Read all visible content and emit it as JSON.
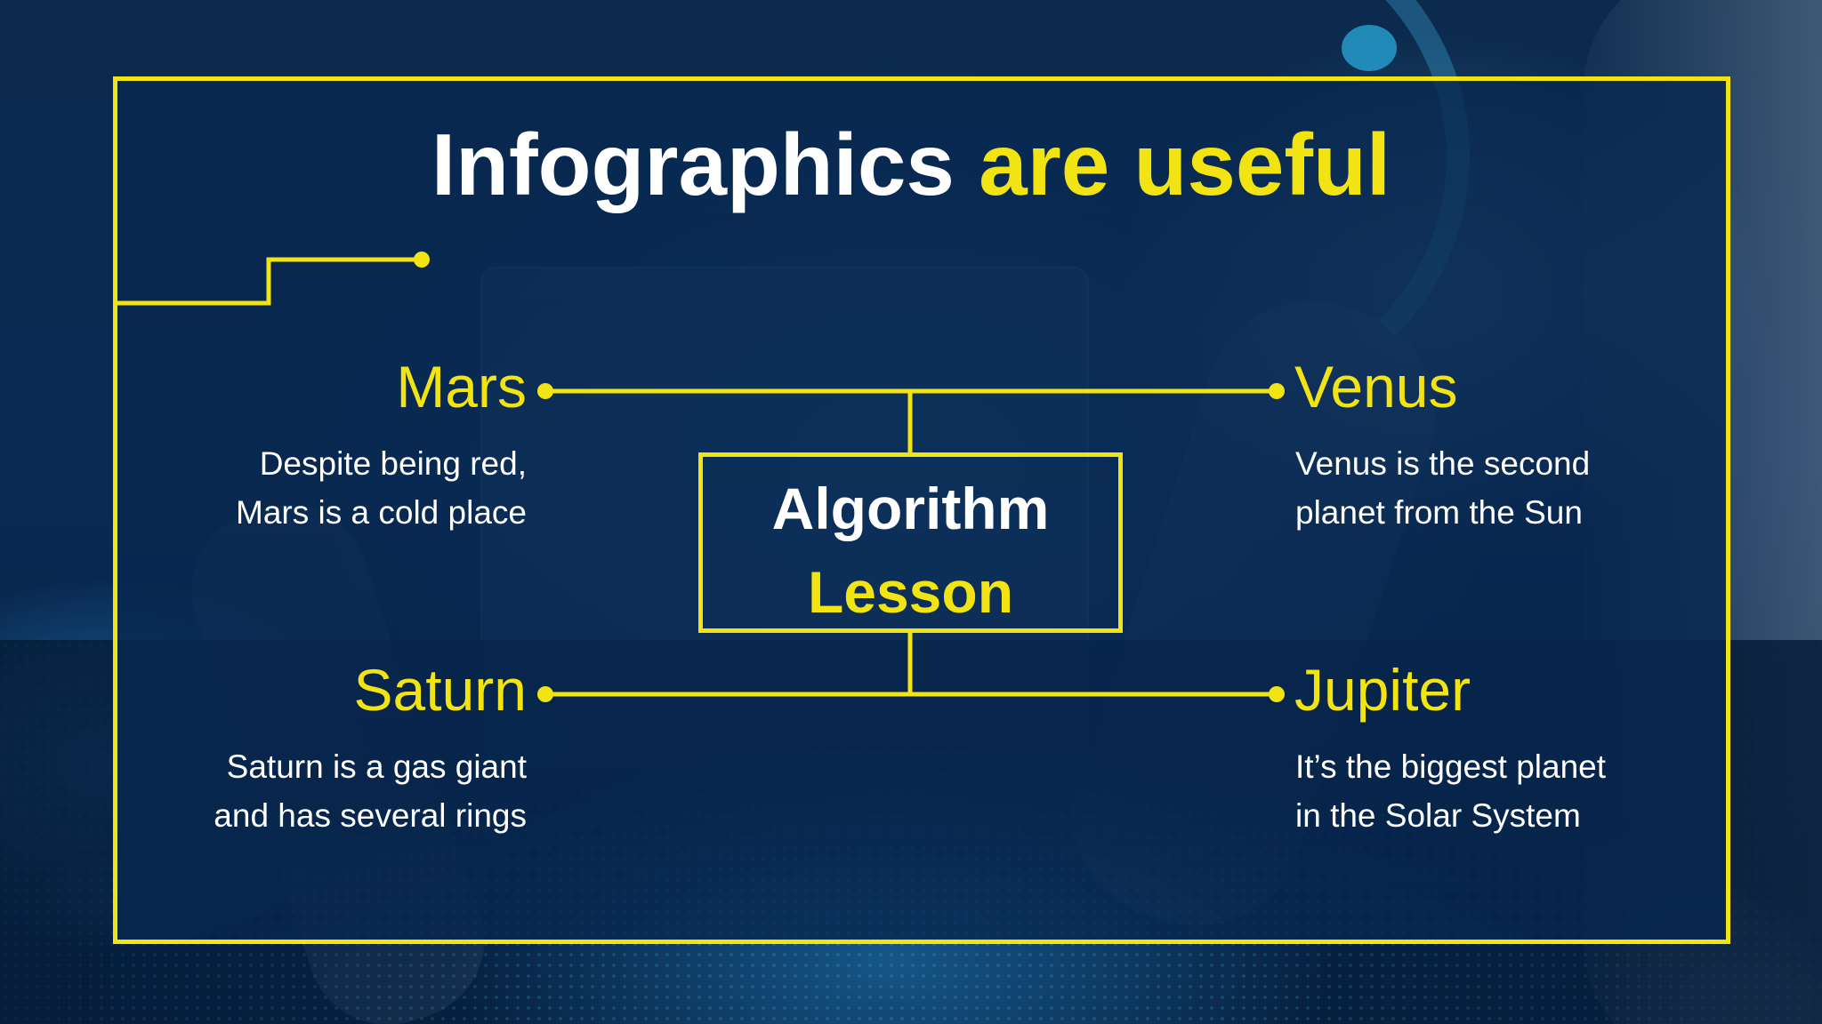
{
  "title": {
    "part1": "Infographics",
    "part2": "are useful"
  },
  "center": {
    "line1": "Algorithm",
    "line2": "Lesson"
  },
  "nodes": {
    "mars": {
      "title": "Mars",
      "desc_line1": "Despite being red,",
      "desc_line2": "Mars is a cold place"
    },
    "venus": {
      "title": "Venus",
      "desc_line1": "Venus is the second",
      "desc_line2": "planet from the Sun"
    },
    "saturn": {
      "title": "Saturn",
      "desc_line1": "Saturn is a gas giant",
      "desc_line2": "and has several rings"
    },
    "jupiter": {
      "title": "Jupiter",
      "desc_line1": "It’s the biggest planet",
      "desc_line2": "in the Solar System"
    }
  },
  "colors": {
    "accent": "#f2e312",
    "text": "#ffffff",
    "panel": "#0a2850"
  }
}
